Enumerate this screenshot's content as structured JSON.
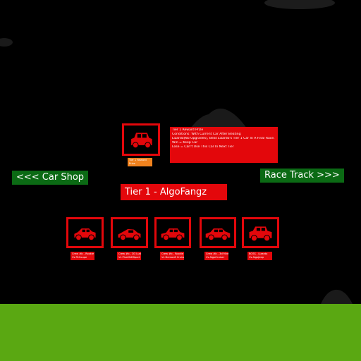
{
  "nav": {
    "car_shop_label": "<<< Car Shop",
    "race_track_label": "Race Track >>>"
  },
  "tier": {
    "title": "Tier 1 - AlgoFangz"
  },
  "reward": {
    "tag_line1": "Tier 1 Reward",
    "tag_line2": "Prize",
    "info_lines": [
      "Tier 1 Reward Prize",
      "Conditions: With Current Car After Beating",
      "Lizardo(No Upgrades), Beat Lizardo's Tier 1 Car In A Final Race.",
      "",
      "Win = Keep Car",
      "Lose = Can't Use This Car In Next Tier"
    ]
  },
  "opponents": [
    {
      "line1": "Crew #b - Rookie",
      "line2": "Vs FitCoupe"
    },
    {
      "line1": "Crew #b - D3 Lustre",
      "line2": "Vs PlusMkDSport"
    },
    {
      "line1": "Crew #b - Rookie",
      "line2": "Vs Demon8 Cruiser"
    },
    {
      "line1": "Crew #b - 3d Mvest",
      "line2": "Vs AlgoCruiser"
    },
    {
      "line1": "BOSS - Lizardo",
      "line2": "Vs AlgoJeep"
    }
  ],
  "colors": {
    "panel_red": "#e3070b",
    "nav_green": "#0b6a14",
    "ground_green": "#5aa812",
    "tag_orange": "#f0821e"
  }
}
